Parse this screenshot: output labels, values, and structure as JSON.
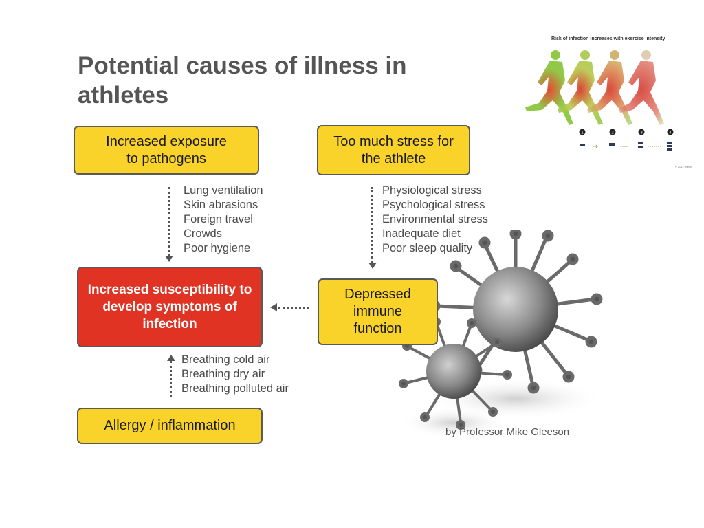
{
  "slide": {
    "title": "Potential causes of illness in athletes",
    "credit": "by Professor Mike Gleeson"
  },
  "boxes": {
    "exposure": "Increased exposure to pathogens",
    "stress": "Too much stress for the athlete",
    "susceptibility": "Increased susceptibility to develop symptoms of infection",
    "immune": "Depressed immune function",
    "allergy": "Allergy / inflammation"
  },
  "lists": {
    "exposure_factors": [
      "Lung ventilation",
      "Skin abrasions",
      "Foreign travel",
      "Crowds",
      "Poor hygiene"
    ],
    "stress_factors": [
      "Physiological stress",
      "Psychological stress",
      "Environmental stress",
      "Inadequate diet",
      "Poor sleep quality"
    ],
    "air_factors": [
      "Breathing cold air",
      "Breathing dry air",
      "Breathing polluted air"
    ]
  },
  "inset": {
    "title": "Risk of infection increases with exercise intensity",
    "steps": [
      "1",
      "2",
      "3",
      "4"
    ],
    "copyright": "© 2017, Kelly"
  },
  "colors": {
    "callout_yellow": "#fad32a",
    "alert_red": "#e03324",
    "runner_green": "#8cc63f"
  }
}
